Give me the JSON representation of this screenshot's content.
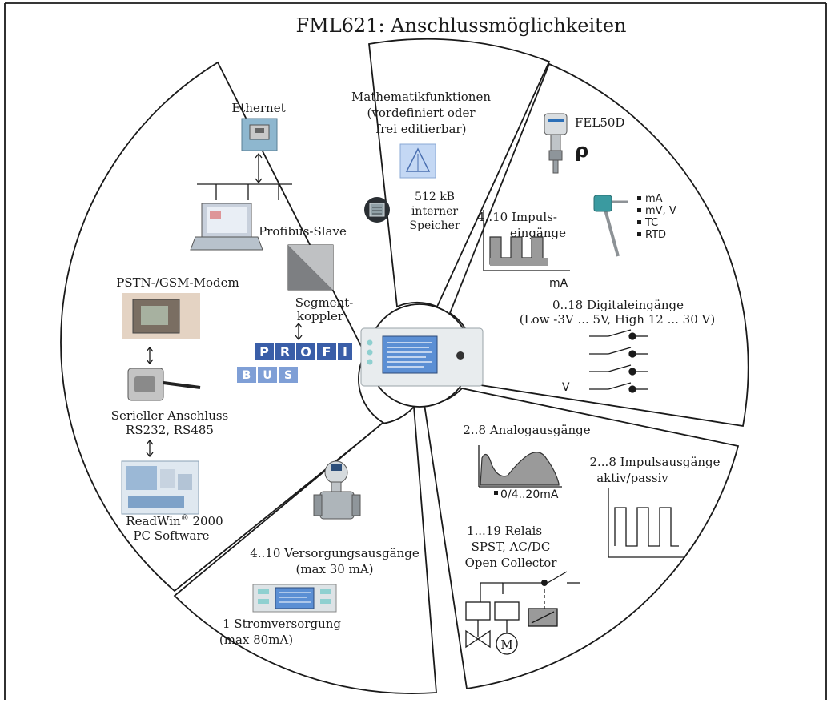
{
  "title": "FML621: Anschlussmöglichkeiten",
  "segments": {
    "communication": {
      "ethernet": "Ethernet",
      "profibus_slave": "Profibus-Slave",
      "segment_coupler": [
        "Segment-",
        "koppler"
      ],
      "profibus_logo": [
        "P",
        "R",
        "O",
        "F",
        "I"
      ],
      "profibus_bus": [
        "B",
        "U",
        "S"
      ],
      "modem": "PSTN-/GSM-Modem",
      "serial": [
        "Serieller Anschluss",
        "RS232, RS485"
      ],
      "readwin": "ReadWin",
      "readwin_reg": "®",
      "readwin_year": " 2000",
      "pc_software": "PC Software"
    },
    "math": {
      "functions": [
        "Mathematikfunktionen",
        "(vordefiniert oder",
        "frei editierbar)"
      ],
      "memory": [
        "512 kB",
        "interner",
        "Speicher"
      ]
    },
    "inputs": {
      "fel50d": "FEL50D",
      "rho": "ρ",
      "impulse_inputs": [
        "4..10 Impuls-",
        "eingänge"
      ],
      "impulse_unit": "mA",
      "analog_types": [
        "mA",
        "mV, V",
        "TC",
        "RTD"
      ],
      "digital_inputs": [
        "0..18 Digitaleingänge",
        "(Low -3V ... 5V, High 12 ... 30 V)"
      ],
      "digital_unit": "V"
    },
    "outputs": {
      "analog_outputs": "2..8 Analogausgänge",
      "analog_range": "0/4..20mA",
      "impulse_outputs": [
        "2...8 Impulsausgänge",
        "aktiv/passiv"
      ],
      "relays": [
        "1...19 Relais",
        "SPST, AC/DC",
        "Open Collector"
      ],
      "motor": "M"
    },
    "supply": {
      "supply_outputs": [
        "4..10 Versorgungsausgänge",
        "(max 30 mA)"
      ],
      "power": [
        "1 Stromversorgung",
        "(max 80mA)"
      ]
    }
  },
  "colors": {
    "stroke": "#1a1a1a",
    "profibus_blue": "#3a5ea8",
    "device_body": "#e8ecee",
    "display_blue": "#5b8fd4"
  }
}
